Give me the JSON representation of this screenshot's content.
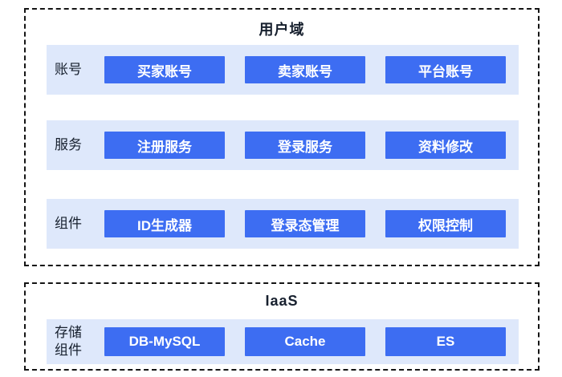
{
  "colors": {
    "node_blue": "#3D6DF2",
    "row_bg": "#DEE8FB",
    "border": "#141414",
    "text": "#17202E",
    "node_text": "#FFFFFF"
  },
  "user_domain": {
    "title": "用户域",
    "rows": [
      {
        "label": "账号",
        "items": [
          "买家账号",
          "卖家账号",
          "平台账号"
        ]
      },
      {
        "label": "服务",
        "items": [
          "注册服务",
          "登录服务",
          "资料修改"
        ]
      },
      {
        "label": "组件",
        "items": [
          "ID生成器",
          "登录态管理",
          "权限控制"
        ]
      }
    ]
  },
  "iaas": {
    "title": "IaaS",
    "rows": [
      {
        "label": "存储组件",
        "items": [
          "DB-MySQL",
          "Cache",
          "ES"
        ]
      }
    ]
  }
}
